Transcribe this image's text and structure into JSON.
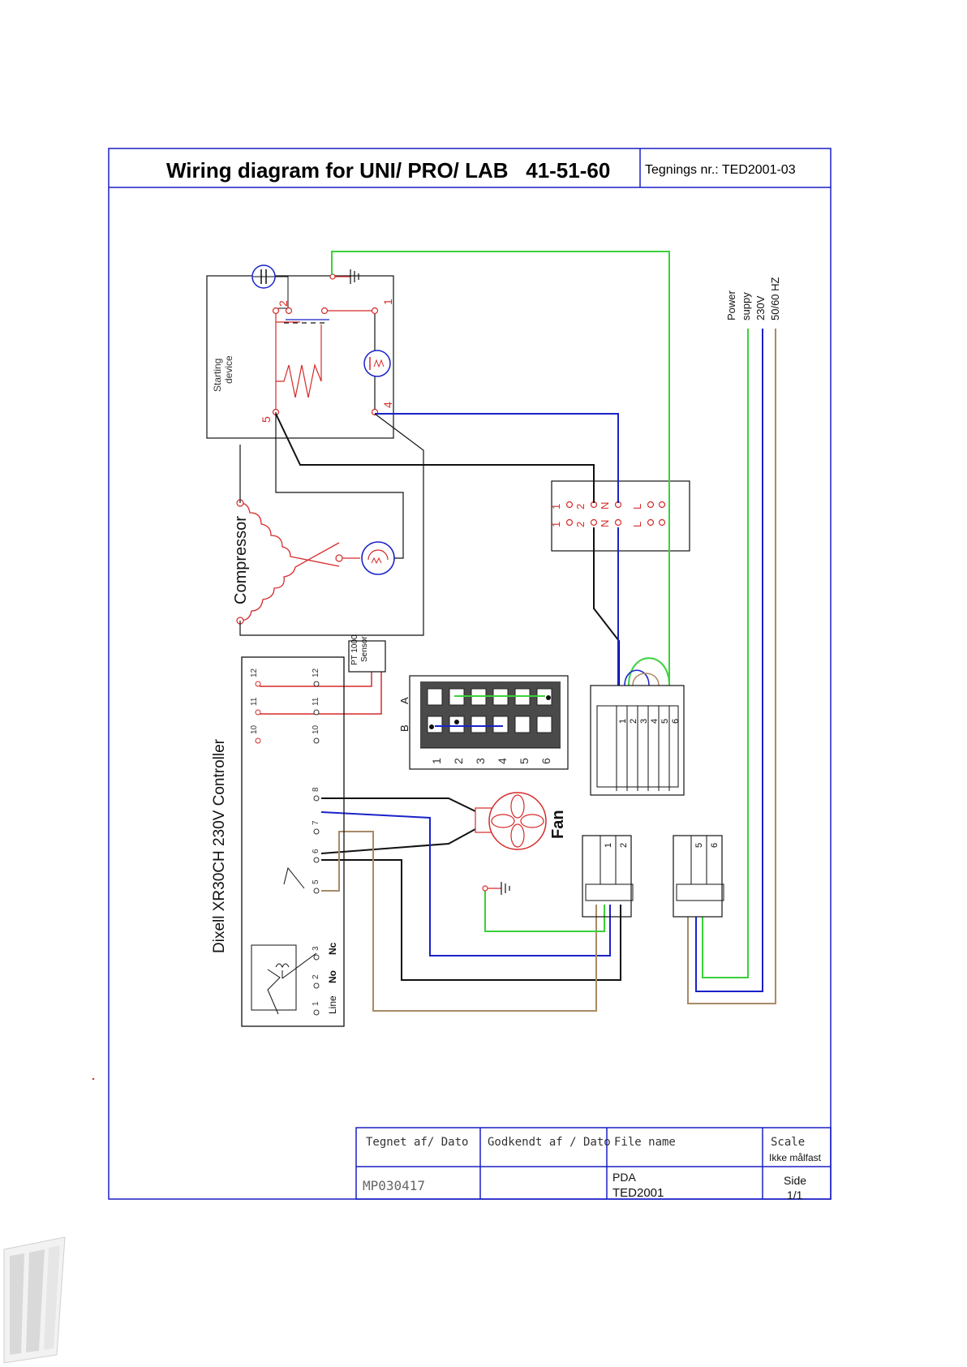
{
  "header": {
    "title": "Wiring diagram for UNI/ PRO/ LAB   41-51-60",
    "drawing_number": "Tegnings nr.: TED2001-03"
  },
  "labels": {
    "starting_device": [
      "Starting",
      "device"
    ],
    "compressor": "Compressor",
    "controller": "Dixell XR30CH 230V Controller",
    "sensor": [
      "PT 1000",
      "Sensor"
    ],
    "fan": "Fan",
    "power_supply": [
      "Power",
      "suppy",
      "230V",
      "50/60 HZ"
    ],
    "relay_terms": [
      "Line",
      "No",
      "Nc"
    ],
    "connector_rows": [
      "A",
      "B"
    ],
    "connector_cols": [
      "1",
      "2",
      "3",
      "4",
      "5",
      "6"
    ]
  },
  "terminals": {
    "start_device": [
      "1",
      "2",
      "4",
      "5"
    ],
    "switch": [
      "1",
      "2",
      "N",
      "L"
    ],
    "controller": [
      "1",
      "2",
      "3",
      "5",
      "6",
      "7",
      "8",
      "10",
      "11",
      "12"
    ],
    "block_main": [
      "1",
      "2",
      "3",
      "4",
      "5",
      "6"
    ],
    "block_small_a": [
      "1",
      "2"
    ],
    "block_small_b": [
      "5",
      "6"
    ]
  },
  "title_block": {
    "headers": [
      "Tegnet af/ Dato",
      "Godkendt af / Dato",
      "File name",
      "Scale"
    ],
    "scale_value": "Ikke målfast",
    "drawn_by": "MP030417",
    "approved_by": "",
    "file_name": [
      "PDA",
      "TED2001"
    ],
    "page_label": "Side",
    "page_value": "1/1"
  },
  "colors": {
    "frame": "#1b1fc4",
    "wire_green": "#3ad13a",
    "wire_blue": "#1a22c8",
    "wire_black": "#111111",
    "wire_brown": "#a98a66",
    "component_red": "#d62a2a"
  }
}
